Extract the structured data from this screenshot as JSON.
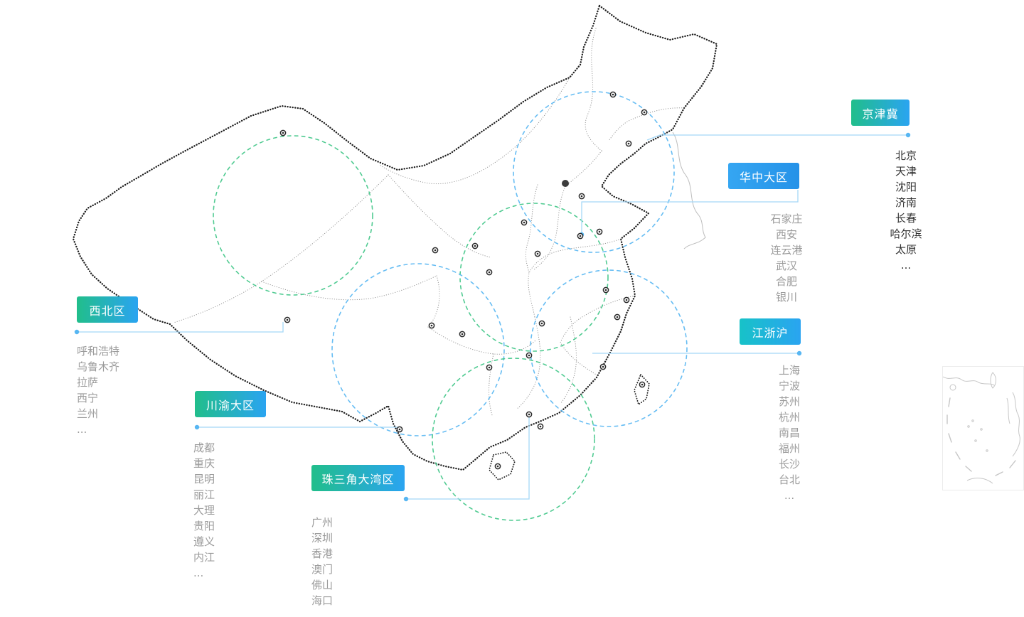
{
  "colors": {
    "background": "#ffffff",
    "map_outline": "#1f1f1f",
    "province_line": "#6b6b6b",
    "neighbor_line": "#bdbdbd",
    "inset_line": "#c6c6c6",
    "circle_blue": "#57B6F2",
    "circle_green": "#3EC586",
    "connector": "#A5D8F8",
    "connector_dot": "#57B6F2",
    "badge_text": "#ffffff",
    "city_list_dark": "#333333",
    "city_list_gray": "#9b9b9b",
    "marker": "#2b2b2b"
  },
  "regions": [
    {
      "id": "jingjinji",
      "label": "京津冀",
      "accent_from": "#21BE8B",
      "accent_to": "#2AA4F1",
      "cities": [
        "北京",
        "天津",
        "沈阳",
        "济南",
        "长春",
        "哈尔滨",
        "太原",
        "..."
      ]
    },
    {
      "id": "huazhong",
      "label": "华中大区",
      "accent_from": "#35A6F2",
      "accent_to": "#2592E8",
      "cities": [
        "石家庄",
        "西安",
        "连云港",
        "武汉",
        "合肥",
        "银川"
      ]
    },
    {
      "id": "xibei",
      "label": "西北区",
      "accent_from": "#21BE8B",
      "accent_to": "#2AA4F1",
      "cities": [
        "呼和浩特",
        "乌鲁木齐",
        "拉萨",
        "西宁",
        "兰州",
        "..."
      ]
    },
    {
      "id": "jiangzhehu",
      "label": "江浙沪",
      "accent_from": "#17C2C8",
      "accent_to": "#2AA4F1",
      "cities": [
        "上海",
        "宁波",
        "苏州",
        "杭州",
        "南昌",
        "福州",
        "长沙",
        "台北",
        "..."
      ]
    },
    {
      "id": "chuanyu",
      "label": "川渝大区",
      "accent_from": "#21BE8B",
      "accent_to": "#2AA4F1",
      "cities": [
        "成都",
        "重庆",
        "昆明",
        "丽江",
        "大理",
        "贵阳",
        "遵义",
        "内江",
        "..."
      ]
    },
    {
      "id": "zhusanjiao",
      "label": "珠三角大湾区",
      "accent_from": "#21BE8B",
      "accent_to": "#2AA4F1",
      "cities": [
        "广州",
        "深圳",
        "香港",
        "澳门",
        "佛山",
        "海口",
        "..."
      ]
    }
  ]
}
